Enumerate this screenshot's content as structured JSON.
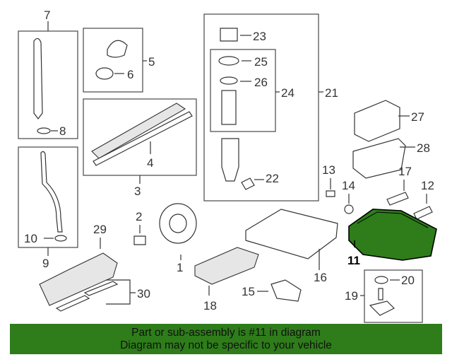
{
  "callouts": {
    "c1": "1",
    "c2": "2",
    "c3": "3",
    "c4": "4",
    "c5": "5",
    "c6": "6",
    "c7": "7",
    "c8": "8",
    "c9": "9",
    "c10": "10",
    "c11": "11",
    "c12": "12",
    "c13": "13",
    "c14": "14",
    "c15": "15",
    "c16": "16",
    "c17": "17",
    "c18": "18",
    "c19": "19",
    "c20": "20",
    "c21": "21",
    "c22": "22",
    "c23": "23",
    "c24": "24",
    "c25": "25",
    "c26": "26",
    "c27": "27",
    "c28": "28",
    "c29": "29",
    "c30": "30"
  },
  "highlight": {
    "part_number": "11",
    "color": "#2e7d1a"
  },
  "banner": {
    "line1": "Part or sub-assembly is #11 in diagram",
    "line2": "Diagram may not be specific to your vehicle",
    "color": "#2e7d1a"
  }
}
